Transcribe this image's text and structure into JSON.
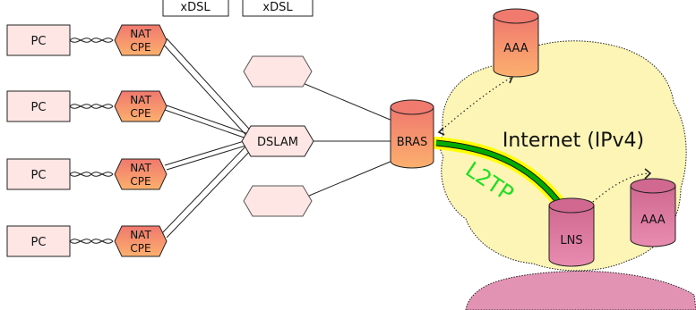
{
  "legend": {
    "left_label": "xDSL",
    "right_label": "xDSL"
  },
  "clients": [
    {
      "pc": "PC",
      "cpe_line1": "NAT",
      "cpe_line2": "CPE"
    },
    {
      "pc": "PC",
      "cpe_line1": "NAT",
      "cpe_line2": "CPE"
    },
    {
      "pc": "PC",
      "cpe_line1": "NAT",
      "cpe_line2": "CPE"
    },
    {
      "pc": "PC",
      "cpe_line1": "NAT",
      "cpe_line2": "CPE"
    }
  ],
  "dslam": {
    "label": "DSLAM"
  },
  "bras": {
    "label": "BRAS"
  },
  "lns": {
    "label": "LNS"
  },
  "aaa_top": {
    "label": "AAA"
  },
  "aaa_right": {
    "label": "AAA"
  },
  "internet": {
    "label": "Internet (IPv4)"
  },
  "tunnel": {
    "label": "L2TP"
  },
  "colors": {
    "pc_fill": "#fde6e3",
    "cpe_gradient_top": "#f08070",
    "cpe_gradient_bottom": "#fcae6e",
    "bras_gradient_top": "#f08070",
    "bras_gradient_bottom": "#fcae6e",
    "lns_fill": "#dc7498",
    "aaa_gradient_top": "#f08070",
    "aaa_gradient_bottom": "#fcae6e",
    "internet_cloud": "#fcf5b5",
    "bottom_cloud": "#e293b4",
    "tunnel_outer": "#ffff00",
    "tunnel_inner": "#00aa00",
    "tunnel_label": "#22dd22",
    "dslam_fill": "#fde6e3"
  }
}
